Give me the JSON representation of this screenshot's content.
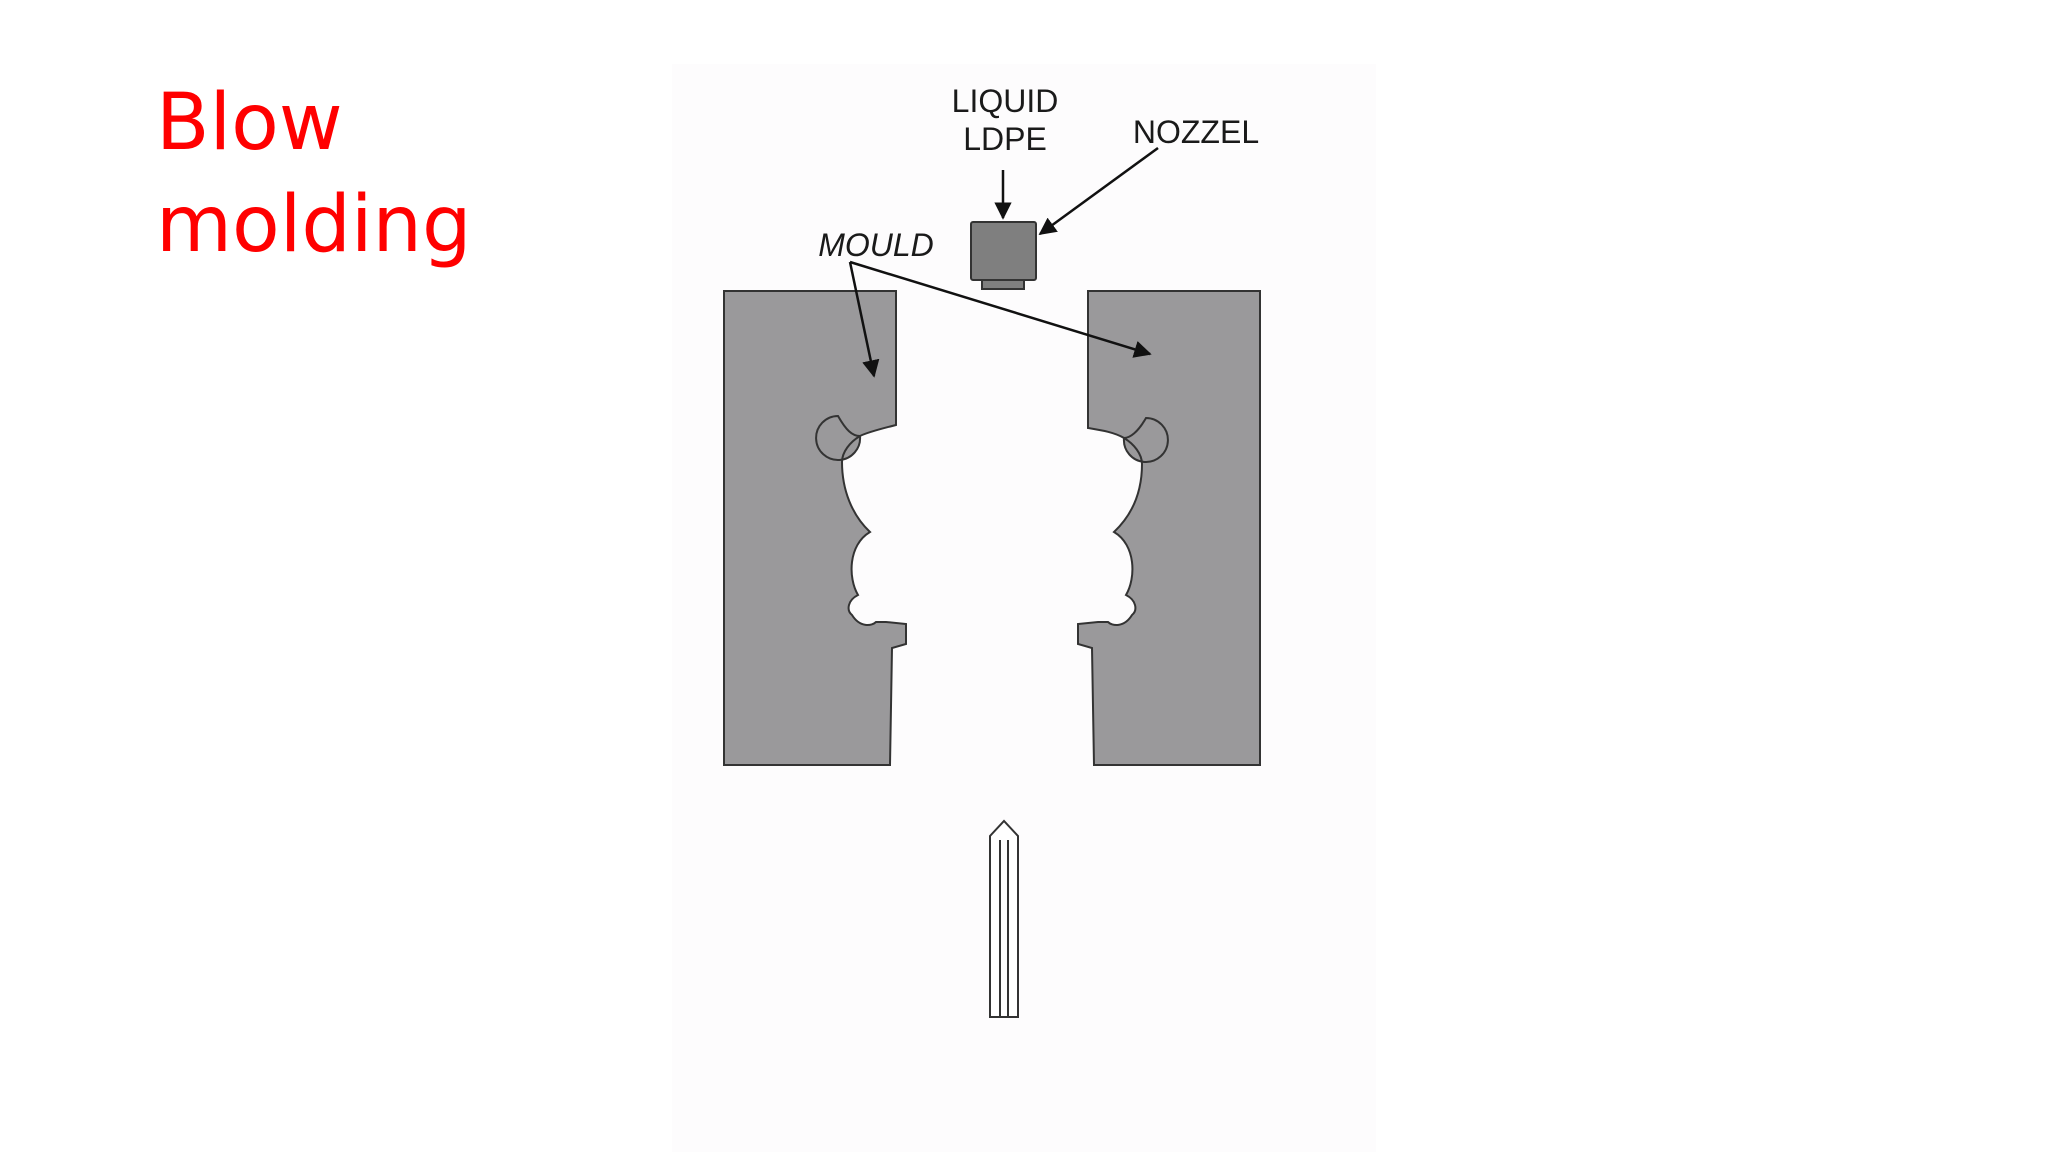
{
  "slide": {
    "title_line1": "Blow",
    "title_line2": "molding"
  },
  "diagram": {
    "labels": {
      "liquid_line1": "LIQUID",
      "liquid_line2": "LDPE",
      "nozzel": "NOZZEL",
      "mould": "MOULD"
    },
    "colors": {
      "title": "#ff0000",
      "mould_fill": "#9a999b",
      "nozzle_fill": "#7f7f7f",
      "outline": "#333333",
      "background": "#ffffff"
    }
  }
}
